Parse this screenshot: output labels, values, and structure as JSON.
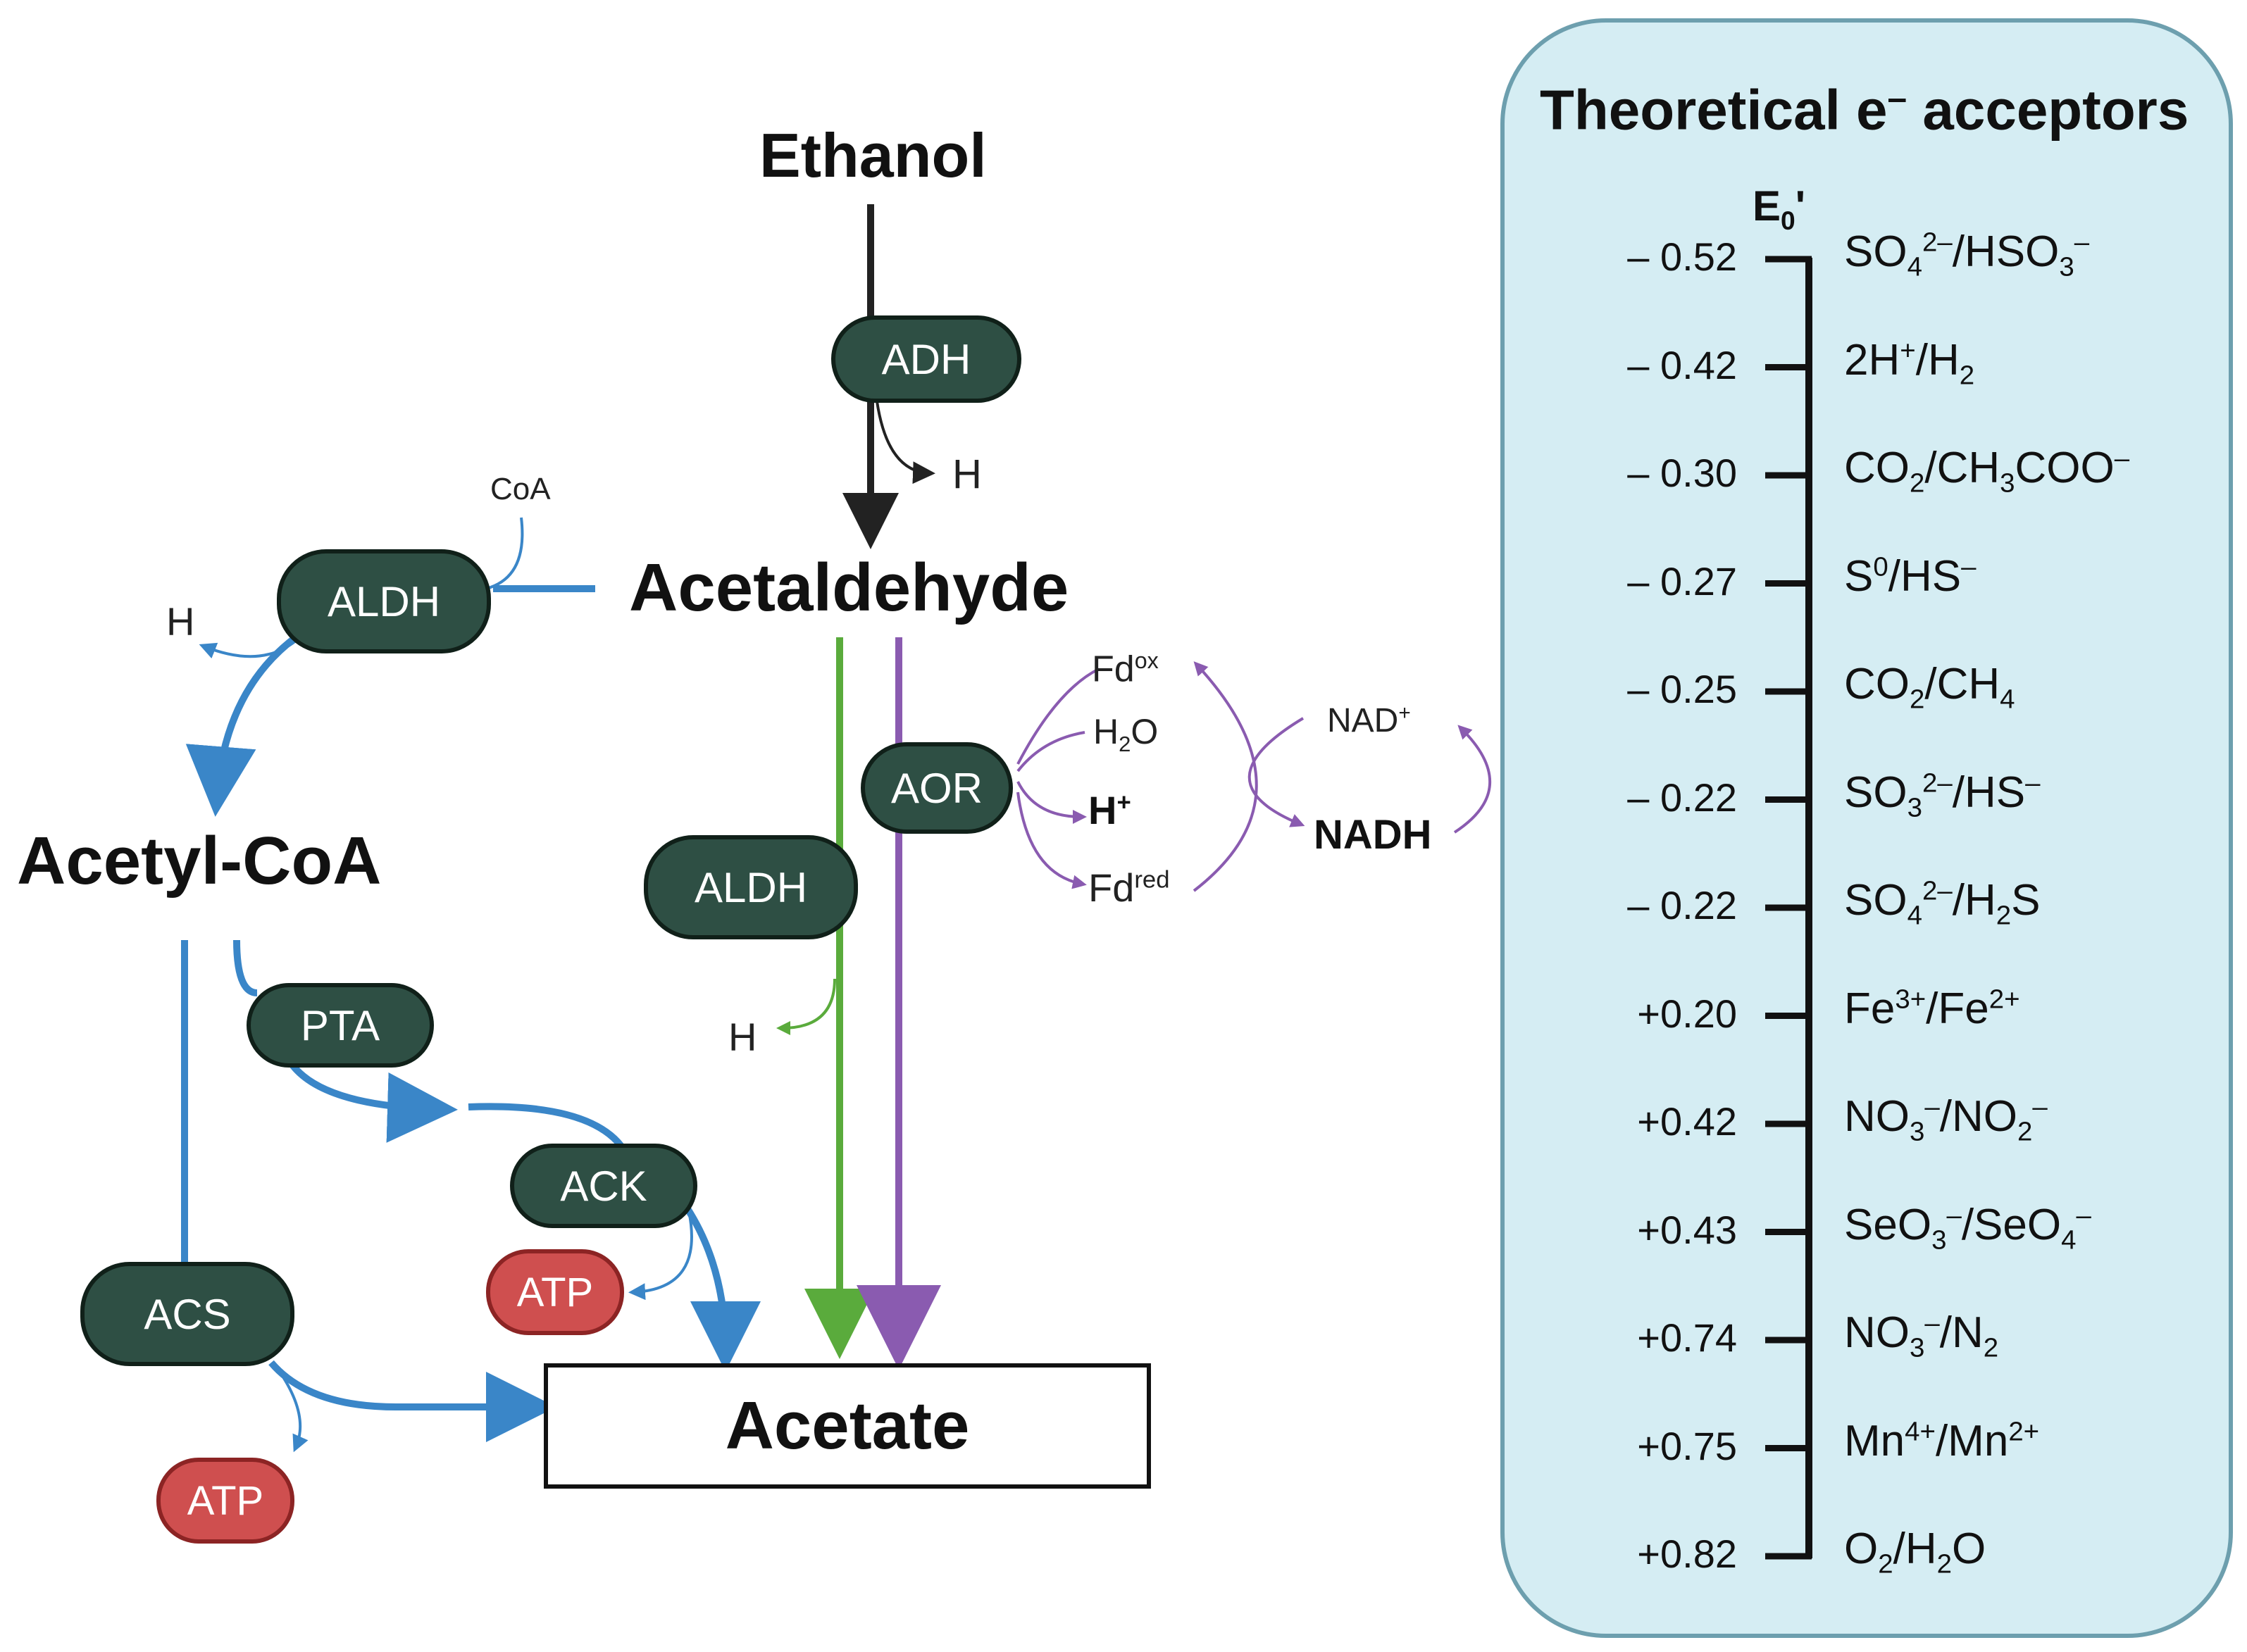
{
  "molecules": {
    "ethanol": "Ethanol",
    "acetaldehyde": "Acetaldehyde",
    "acetyl_coa": "Acetyl-CoA",
    "acetate": "Acetate"
  },
  "enzymes": {
    "adh": "ADH",
    "aldh_left": "ALDH",
    "aldh_center": "ALDH",
    "aor": "AOR",
    "pta": "PTA",
    "ack": "ACK",
    "acs": "ACS"
  },
  "atp": {
    "ack_atp": "ATP",
    "acs_atp": "ATP"
  },
  "byproducts": {
    "h_adh": "H",
    "coa": "CoA",
    "h_aldh_left": "H",
    "h_aldh_center": "H"
  },
  "aor_cofactors": {
    "fd_ox": "Fd",
    "fd_ox_sup": "ox",
    "h2o_a": "H",
    "h2o_sub": "2",
    "h2o_b": "O",
    "h_plus": "H",
    "h_plus_sup": "+",
    "fd_red": "Fd",
    "fd_red_sup": "red",
    "nad_plus": "NAD",
    "nad_plus_sup": "+",
    "nadh": "NADH"
  },
  "panel": {
    "title": "Theoretical e",
    "title_sup": "–",
    "title_tail": " acceptors",
    "axis_label": "E",
    "axis_sub": "0",
    "axis_prime": "'"
  },
  "acceptors": [
    {
      "potential": "– 0.52",
      "couple": [
        [
          "SO",
          "n"
        ],
        [
          "4",
          "sub"
        ],
        [
          "2–",
          "sup"
        ],
        [
          "/HSO",
          "n"
        ],
        [
          "3",
          "sub"
        ],
        [
          "–",
          "sup"
        ]
      ]
    },
    {
      "potential": "– 0.42",
      "couple": [
        [
          "2H",
          "n"
        ],
        [
          "+",
          "sup"
        ],
        [
          "/H",
          "n"
        ],
        [
          "2",
          "sub"
        ]
      ]
    },
    {
      "potential": "– 0.30",
      "couple": [
        [
          "CO",
          "n"
        ],
        [
          "2",
          "sub"
        ],
        [
          "/CH",
          "n"
        ],
        [
          "3",
          "sub"
        ],
        [
          "COO",
          "n"
        ],
        [
          "–",
          "sup"
        ]
      ]
    },
    {
      "potential": "– 0.27",
      "couple": [
        [
          "S",
          "n"
        ],
        [
          "0",
          "sup"
        ],
        [
          "/HS",
          "n"
        ],
        [
          "–",
          "sup"
        ]
      ]
    },
    {
      "potential": "– 0.25",
      "couple": [
        [
          "CO",
          "n"
        ],
        [
          "2",
          "sub"
        ],
        [
          "/CH",
          "n"
        ],
        [
          "4",
          "sub"
        ]
      ]
    },
    {
      "potential": "– 0.22",
      "couple": [
        [
          "SO",
          "n"
        ],
        [
          "3",
          "sub"
        ],
        [
          "2–",
          "sup"
        ],
        [
          "/HS",
          "n"
        ],
        [
          "–",
          "sup"
        ]
      ]
    },
    {
      "potential": "– 0.22",
      "couple": [
        [
          "SO",
          "n"
        ],
        [
          "4",
          "sub"
        ],
        [
          "2–",
          "sup"
        ],
        [
          "/H",
          "n"
        ],
        [
          "2",
          "sub"
        ],
        [
          "S",
          "n"
        ]
      ]
    },
    {
      "potential": "+0.20",
      "couple": [
        [
          "Fe",
          "n"
        ],
        [
          "3+",
          "sup"
        ],
        [
          "/Fe",
          "n"
        ],
        [
          "2+",
          "sup"
        ]
      ]
    },
    {
      "potential": "+0.42",
      "couple": [
        [
          "NO",
          "n"
        ],
        [
          "3",
          "sub"
        ],
        [
          "–",
          "sup"
        ],
        [
          "/NO",
          "n"
        ],
        [
          "2",
          "sub"
        ],
        [
          "–",
          "sup"
        ]
      ]
    },
    {
      "potential": "+0.43",
      "couple": [
        [
          "SeO",
          "n"
        ],
        [
          "3",
          "sub"
        ],
        [
          "–",
          "sup"
        ],
        [
          "/SeO",
          "n"
        ],
        [
          "4",
          "sub"
        ],
        [
          "–",
          "sup"
        ]
      ]
    },
    {
      "potential": "+0.74",
      "couple": [
        [
          "NO",
          "n"
        ],
        [
          "3",
          "sub"
        ],
        [
          "–",
          "sup"
        ],
        [
          "/N",
          "n"
        ],
        [
          "2",
          "sub"
        ]
      ]
    },
    {
      "potential": "+0.75",
      "couple": [
        [
          "Mn",
          "n"
        ],
        [
          "4+",
          "sup"
        ],
        [
          "/Mn",
          "n"
        ],
        [
          "2+",
          "sup"
        ]
      ]
    },
    {
      "potential": "+0.82",
      "couple": [
        [
          "O",
          "n"
        ],
        [
          "2",
          "sub"
        ],
        [
          "/H",
          "n"
        ],
        [
          "2",
          "sub"
        ],
        [
          "O",
          "n"
        ]
      ]
    }
  ],
  "colors": {
    "enzyme_fill": "#2e4f44",
    "atp_fill": "#cf4f4f",
    "blue_arrow": "#3a86c8",
    "green_arrow": "#5aab3c",
    "purple_arrow": "#8a5bb0",
    "panel_fill": "#d5edf3"
  }
}
